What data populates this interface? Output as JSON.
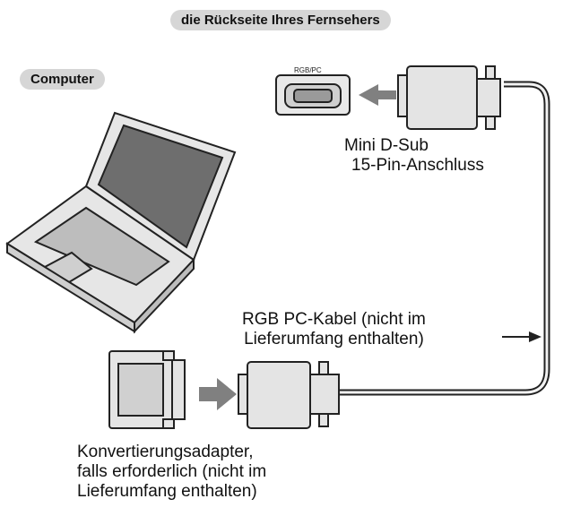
{
  "tv_back_label": "die Rückseite Ihres Fernsehers",
  "computer_label": "Computer",
  "port_label": "RGB/PC",
  "dsub_label_line1": "Mini D-Sub",
  "dsub_label_line2": "15-Pin-Anschluss",
  "cable_label_line1": "RGB PC-Kabel (nicht im",
  "cable_label_line2": "Lieferumfang enthalten)",
  "adapter_label_line1": "Konvertierungsadapter,",
  "adapter_label_line2": "falls erforderlich (nicht im",
  "adapter_label_line3": "Lieferumfang enthalten)",
  "colors": {
    "pill_bg": "#d6d6d6",
    "line": "#222222",
    "arrow_gray": "#808080",
    "laptop_screen": "#6e6e6e"
  }
}
